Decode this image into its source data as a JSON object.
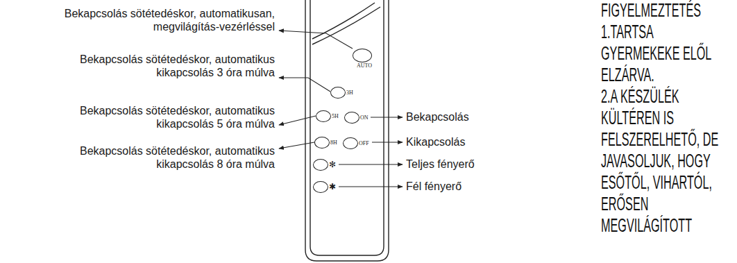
{
  "diagram": {
    "nodes": [
      {
        "text": [
          "AUTO"
        ]
      },
      {
        "text": [
          "3H"
        ]
      },
      {
        "text": [
          "5H"
        ]
      },
      {
        "text": [
          "ON"
        ]
      },
      {
        "text": [
          "8H"
        ]
      },
      {
        "text": [
          "OFF"
        ]
      },
      {
        "text": [
          "✻"
        ]
      },
      {
        "text": [
          "✱"
        ]
      }
    ],
    "labels": [
      "Bekapcsolás sötétedéskor, automatikusan, megvilágítás-vezérléssel",
      "Bekapcsolás sötétedéskor, automatikus kikapcsolás 3 óra múlva",
      "Bekapcsolás sötétedéskor, automatikus kikapcsolás 5 óra múlva",
      "Bekapcsolás sötétedéskor, automatikus kikapcsolás 8 óra múlva",
      "Bekapcsolás",
      "Kikapcsolás",
      "Teljes fényerő",
      "Fél fényerő",
      "FIGYELMEZTETÉS",
      "1.TARTSA GYERMEKEKE ELŐL ELZÁRVA.",
      "2.A KÉSZÜLÉK KÜLTÉREN IS FELSZERELHETŐ, DE JAVASOLJUK, HOGY ESŐTŐL, VIHARTÓL, ERŐSEN MEGVILÁGÍTOTT"
    ]
  }
}
